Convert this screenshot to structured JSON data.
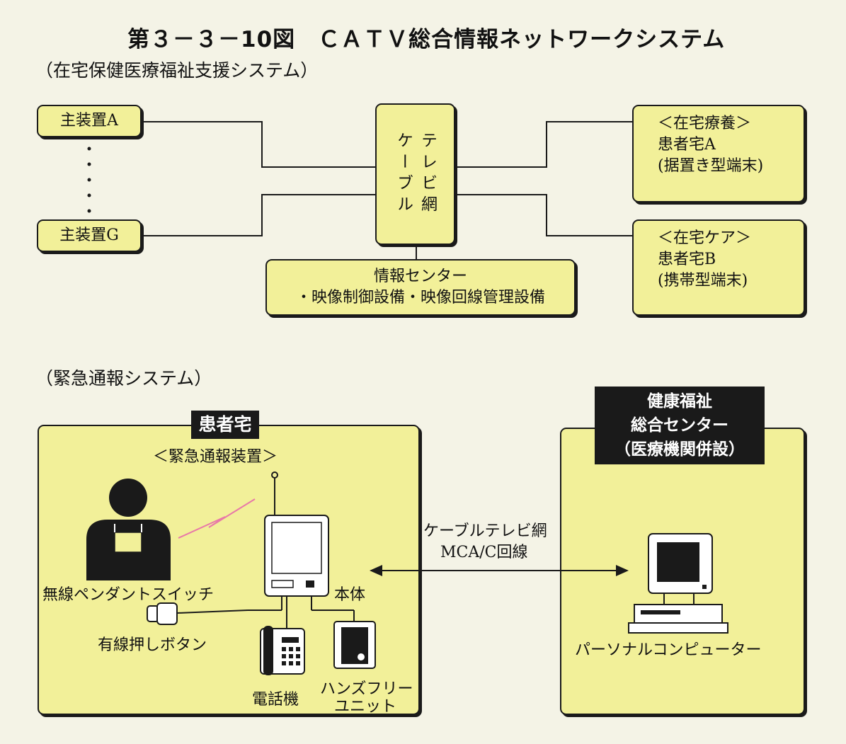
{
  "title": "第３－３－10図　ＣＡＴＶ総合情報ネットワークシステム",
  "section1": "（在宅保健医療福祉支援システム）",
  "section2": "（緊急通報システム）",
  "devices": {
    "a": "主装置A",
    "g": "主装置G"
  },
  "cable_net": {
    "col1": "ケーブル",
    "col2": "テレビ網"
  },
  "info_center": {
    "line1": "情報センター",
    "line2": "・映像制御設備・映像回線管理設備"
  },
  "patient_a": {
    "line1": "＜在宅療養＞",
    "line2": "患者宅A",
    "line3": "(据置き型端末)"
  },
  "patient_b": {
    "line1": "＜在宅ケア＞",
    "line2": "患者宅B",
    "line3": "(携帯型端末)"
  },
  "home": {
    "header": "患者宅",
    "device_title": "＜緊急通報装置＞",
    "pendant": "無線ペンダントスイッチ",
    "unit": "本体",
    "button": "有線押しボタン",
    "phone": "電話機",
    "handsfree1": "ハンズフリー",
    "handsfree2": "ユニット"
  },
  "link": {
    "line1": "ケーブルテレビ網",
    "line2": "MCA/C回線"
  },
  "center": {
    "line1": "健康福祉",
    "line2": "総合センター",
    "line3": "（医療機関併設）",
    "pc": "パーソナルコンピューター"
  },
  "colors": {
    "box_fill": "#f2f099",
    "page_bg": "#f4f3e6",
    "stroke": "#1a1a1a",
    "signal": "#e879a8"
  }
}
